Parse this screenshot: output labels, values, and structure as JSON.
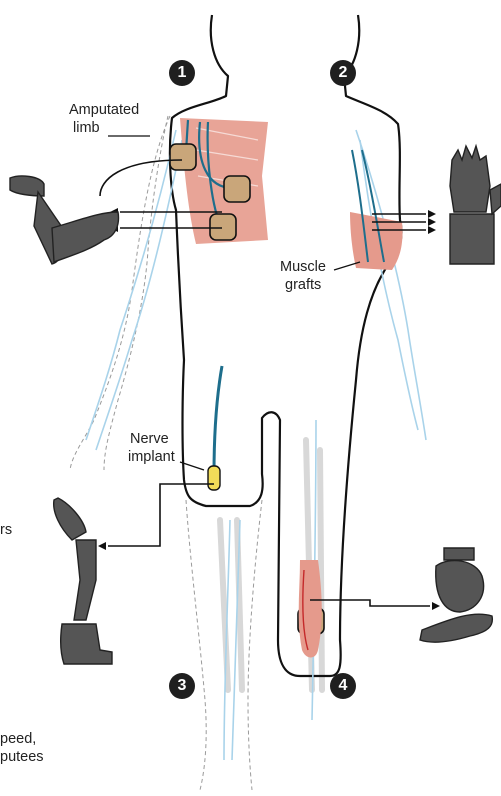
{
  "markers": [
    "1",
    "2",
    "3",
    "4"
  ],
  "labels": {
    "amputated_1": "Amputated",
    "amputated_2": "limb",
    "muscle_1": "Muscle",
    "muscle_2": "grafts",
    "nerve_1": "Nerve",
    "nerve_2": "implant",
    "cut_left": "rs",
    "cut_bottom_1": "peed,",
    "cut_bottom_2": "putees"
  },
  "colors": {
    "body_outline": "#111111",
    "ghost_outline": "#9a9a9a",
    "nerve": "#a9d3ea",
    "nerve_dark": "#1e6e8c",
    "muscle": "#e59a8c",
    "electrode": "#c9a67a",
    "prosthetic": "#555555",
    "implant": "#f1dc59"
  }
}
